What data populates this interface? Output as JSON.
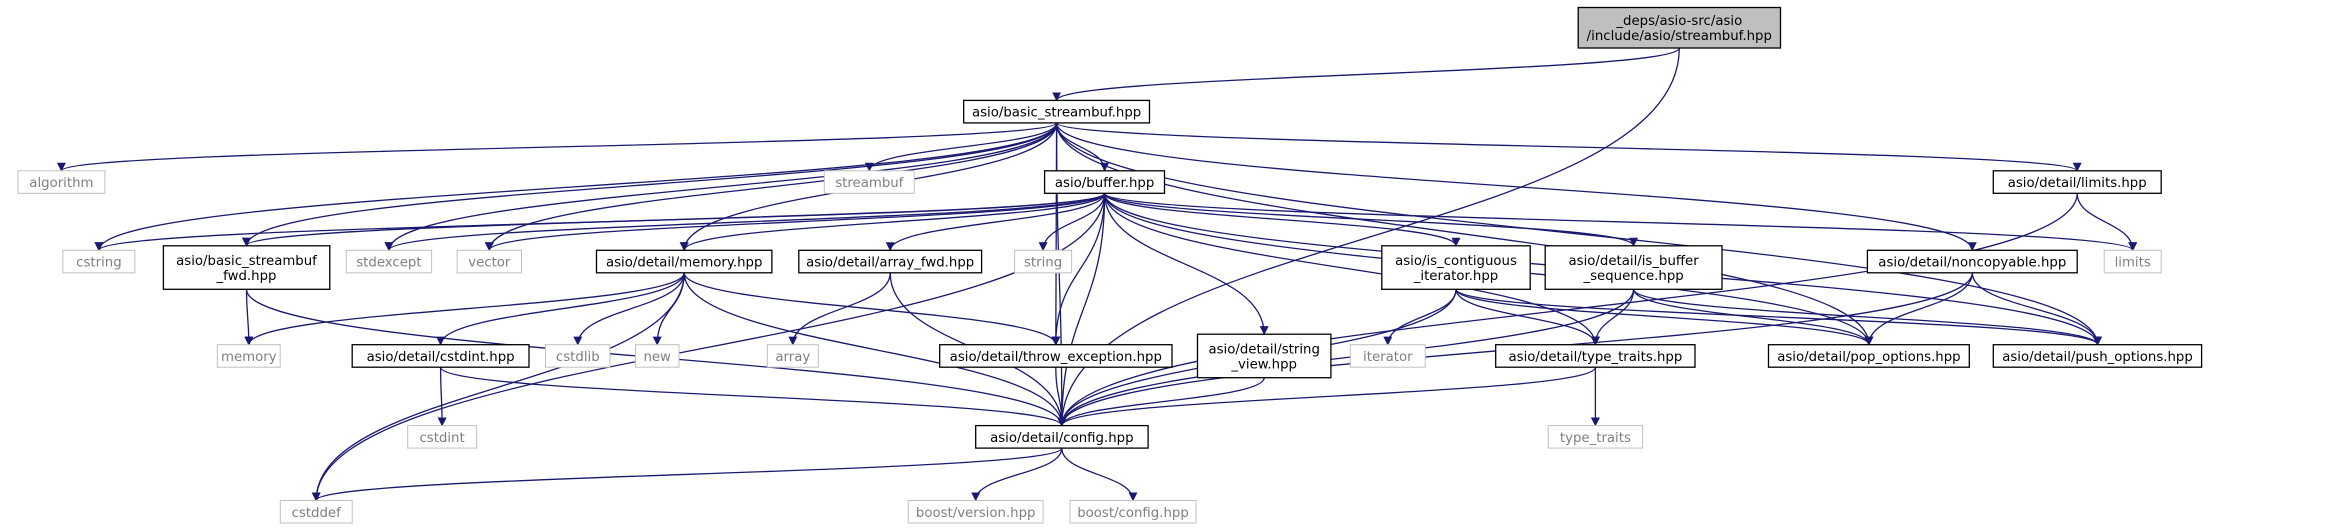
{
  "graph": {
    "nodes": [
      {
        "id": "root",
        "lines": [
          "_deps/asio-src/asio",
          "/include/asio/streambuf.hpp"
        ],
        "kind": "root"
      },
      {
        "id": "basic_streambuf",
        "lines": [
          "asio/basic_streambuf.hpp"
        ],
        "kind": "internal"
      },
      {
        "id": "algorithm",
        "lines": [
          "algorithm"
        ],
        "kind": "external"
      },
      {
        "id": "streambuf",
        "lines": [
          "streambuf"
        ],
        "kind": "external"
      },
      {
        "id": "buffer",
        "lines": [
          "asio/buffer.hpp"
        ],
        "kind": "internal"
      },
      {
        "id": "limits_hpp",
        "lines": [
          "asio/detail/limits.hpp"
        ],
        "kind": "internal"
      },
      {
        "id": "cstring",
        "lines": [
          "cstring"
        ],
        "kind": "external"
      },
      {
        "id": "basic_streambuf_fwd",
        "lines": [
          "asio/basic_streambuf",
          "_fwd.hpp"
        ],
        "kind": "internal"
      },
      {
        "id": "stdexcept",
        "lines": [
          "stdexcept"
        ],
        "kind": "external"
      },
      {
        "id": "vector",
        "lines": [
          "vector"
        ],
        "kind": "external"
      },
      {
        "id": "memory_hpp",
        "lines": [
          "asio/detail/memory.hpp"
        ],
        "kind": "internal"
      },
      {
        "id": "array_fwd",
        "lines": [
          "asio/detail/array_fwd.hpp"
        ],
        "kind": "internal"
      },
      {
        "id": "string",
        "lines": [
          "string"
        ],
        "kind": "external"
      },
      {
        "id": "is_contiguous_iterator",
        "lines": [
          "asio/is_contiguous",
          "_iterator.hpp"
        ],
        "kind": "internal"
      },
      {
        "id": "is_buffer_sequence",
        "lines": [
          "asio/detail/is_buffer",
          "_sequence.hpp"
        ],
        "kind": "internal"
      },
      {
        "id": "noncopyable",
        "lines": [
          "asio/detail/noncopyable.hpp"
        ],
        "kind": "internal"
      },
      {
        "id": "limits",
        "lines": [
          "limits"
        ],
        "kind": "external"
      },
      {
        "id": "memory",
        "lines": [
          "memory"
        ],
        "kind": "external"
      },
      {
        "id": "cstddef",
        "lines": [
          "cstddef"
        ],
        "kind": "external"
      },
      {
        "id": "cstdlib",
        "lines": [
          "cstdlib"
        ],
        "kind": "external"
      },
      {
        "id": "new",
        "lines": [
          "new"
        ],
        "kind": "external"
      },
      {
        "id": "cstdint_hpp",
        "lines": [
          "asio/detail/cstdint.hpp"
        ],
        "kind": "internal"
      },
      {
        "id": "array",
        "lines": [
          "array"
        ],
        "kind": "external"
      },
      {
        "id": "throw_exception",
        "lines": [
          "asio/detail/throw_exception.hpp"
        ],
        "kind": "internal"
      },
      {
        "id": "string_view",
        "lines": [
          "asio/detail/string",
          "_view.hpp"
        ],
        "kind": "internal"
      },
      {
        "id": "iterator",
        "lines": [
          "iterator"
        ],
        "kind": "external"
      },
      {
        "id": "type_traits_hpp",
        "lines": [
          "asio/detail/type_traits.hpp"
        ],
        "kind": "internal"
      },
      {
        "id": "pop_options",
        "lines": [
          "asio/detail/pop_options.hpp"
        ],
        "kind": "internal"
      },
      {
        "id": "push_options",
        "lines": [
          "asio/detail/push_options.hpp"
        ],
        "kind": "internal"
      },
      {
        "id": "cstdint",
        "lines": [
          "cstdint"
        ],
        "kind": "external"
      },
      {
        "id": "config",
        "lines": [
          "asio/detail/config.hpp"
        ],
        "kind": "internal"
      },
      {
        "id": "type_traits",
        "lines": [
          "type_traits"
        ],
        "kind": "external"
      },
      {
        "id": "boost_version",
        "lines": [
          "boost/version.hpp"
        ],
        "kind": "external"
      },
      {
        "id": "boost_config",
        "lines": [
          "boost/config.hpp"
        ],
        "kind": "external"
      }
    ],
    "edges": [
      [
        "root",
        "basic_streambuf"
      ],
      [
        "root",
        "config"
      ],
      [
        "basic_streambuf",
        "algorithm"
      ],
      [
        "basic_streambuf",
        "streambuf"
      ],
      [
        "basic_streambuf",
        "buffer"
      ],
      [
        "basic_streambuf",
        "limits_hpp"
      ],
      [
        "basic_streambuf",
        "cstring"
      ],
      [
        "basic_streambuf",
        "stdexcept"
      ],
      [
        "basic_streambuf",
        "vector"
      ],
      [
        "basic_streambuf",
        "memory_hpp"
      ],
      [
        "basic_streambuf",
        "throw_exception"
      ],
      [
        "basic_streambuf",
        "noncopyable"
      ],
      [
        "basic_streambuf",
        "pop_options"
      ],
      [
        "basic_streambuf",
        "push_options"
      ],
      [
        "basic_streambuf",
        "config"
      ],
      [
        "basic_streambuf",
        "basic_streambuf_fwd"
      ],
      [
        "buffer",
        "cstring"
      ],
      [
        "buffer",
        "basic_streambuf_fwd"
      ],
      [
        "buffer",
        "stdexcept"
      ],
      [
        "buffer",
        "vector"
      ],
      [
        "buffer",
        "memory_hpp"
      ],
      [
        "buffer",
        "array_fwd"
      ],
      [
        "buffer",
        "string"
      ],
      [
        "buffer",
        "is_contiguous_iterator"
      ],
      [
        "buffer",
        "is_buffer_sequence"
      ],
      [
        "buffer",
        "limits"
      ],
      [
        "buffer",
        "string_view"
      ],
      [
        "buffer",
        "throw_exception"
      ],
      [
        "buffer",
        "type_traits_hpp"
      ],
      [
        "buffer",
        "pop_options"
      ],
      [
        "buffer",
        "push_options"
      ],
      [
        "buffer",
        "config"
      ],
      [
        "buffer",
        "cstddef"
      ],
      [
        "limits_hpp",
        "limits"
      ],
      [
        "limits_hpp",
        "config"
      ],
      [
        "basic_streambuf_fwd",
        "memory"
      ],
      [
        "basic_streambuf_fwd",
        "config"
      ],
      [
        "memory_hpp",
        "memory"
      ],
      [
        "memory_hpp",
        "cstddef"
      ],
      [
        "memory_hpp",
        "cstdlib"
      ],
      [
        "memory_hpp",
        "new"
      ],
      [
        "memory_hpp",
        "cstdint_hpp"
      ],
      [
        "memory_hpp",
        "throw_exception"
      ],
      [
        "memory_hpp",
        "config"
      ],
      [
        "array_fwd",
        "array"
      ],
      [
        "array_fwd",
        "config"
      ],
      [
        "is_contiguous_iterator",
        "iterator"
      ],
      [
        "is_contiguous_iterator",
        "type_traits_hpp"
      ],
      [
        "is_contiguous_iterator",
        "config"
      ],
      [
        "is_contiguous_iterator",
        "pop_options"
      ],
      [
        "is_contiguous_iterator",
        "push_options"
      ],
      [
        "is_buffer_sequence",
        "type_traits_hpp"
      ],
      [
        "is_buffer_sequence",
        "config"
      ],
      [
        "is_buffer_sequence",
        "pop_options"
      ],
      [
        "is_buffer_sequence",
        "push_options"
      ],
      [
        "noncopyable",
        "config"
      ],
      [
        "noncopyable",
        "pop_options"
      ],
      [
        "noncopyable",
        "push_options"
      ],
      [
        "cstdint_hpp",
        "cstdint"
      ],
      [
        "cstdint_hpp",
        "config"
      ],
      [
        "throw_exception",
        "config"
      ],
      [
        "string_view",
        "config"
      ],
      [
        "type_traits_hpp",
        "config"
      ],
      [
        "type_traits_hpp",
        "type_traits"
      ],
      [
        "config",
        "cstddef"
      ],
      [
        "config",
        "boost_version"
      ],
      [
        "config",
        "boost_config"
      ]
    ]
  }
}
